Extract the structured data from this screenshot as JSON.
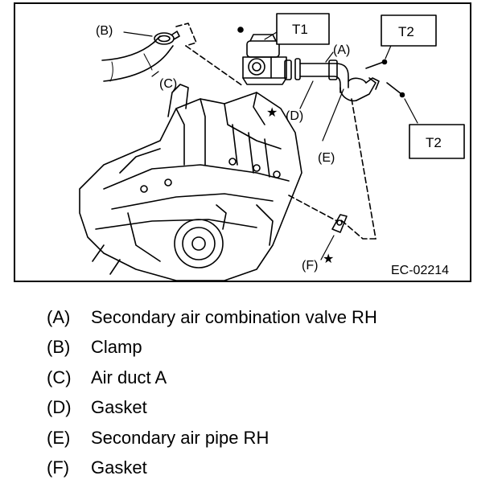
{
  "figure": {
    "figure_id": "EC-02214",
    "callouts": {
      "A": "(A)",
      "B": "(B)",
      "C": "(C)",
      "D": "(D)",
      "E": "(E)",
      "F": "(F)"
    },
    "torque_labels": {
      "t1": "T1",
      "t2_top": "T2",
      "t2_right": "T2"
    },
    "star_glyph": "★"
  },
  "legend": {
    "items": [
      {
        "key": "(A)",
        "text": "Secondary air combination valve RH"
      },
      {
        "key": "(B)",
        "text": "Clamp"
      },
      {
        "key": "(C)",
        "text": "Air duct A"
      },
      {
        "key": "(D)",
        "text": "Gasket"
      },
      {
        "key": "(E)",
        "text": "Secondary air pipe RH"
      },
      {
        "key": "(F)",
        "text": "Gasket"
      }
    ]
  }
}
